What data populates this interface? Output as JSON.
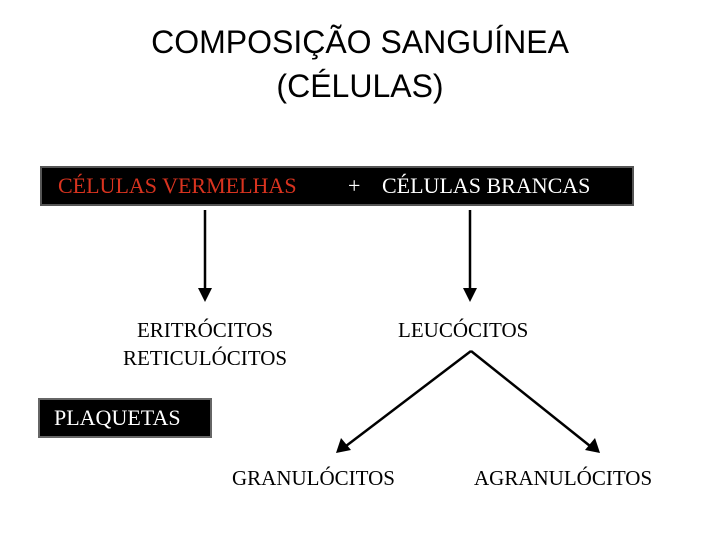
{
  "title": {
    "line1": "COMPOSIÇÃO SANGUÍNEA",
    "line2": "(CÉLULAS)"
  },
  "header_bar": {
    "red_cells": "CÉLULAS VERMELHAS",
    "plus": "+",
    "white_cells": "CÉLULAS BRANCAS"
  },
  "nodes": {
    "erythrocytes": "ERITRÓCITOS",
    "reticulocytes": "RETICULÓCITOS",
    "leukocytes": "LEUCÓCITOS",
    "platelets": "PLAQUETAS",
    "granulocytes": "GRANULÓCITOS",
    "agranulocytes": "AGRANULÓCITOS"
  },
  "colors": {
    "red_text": "#d8331f",
    "bar_background": "#000000"
  }
}
